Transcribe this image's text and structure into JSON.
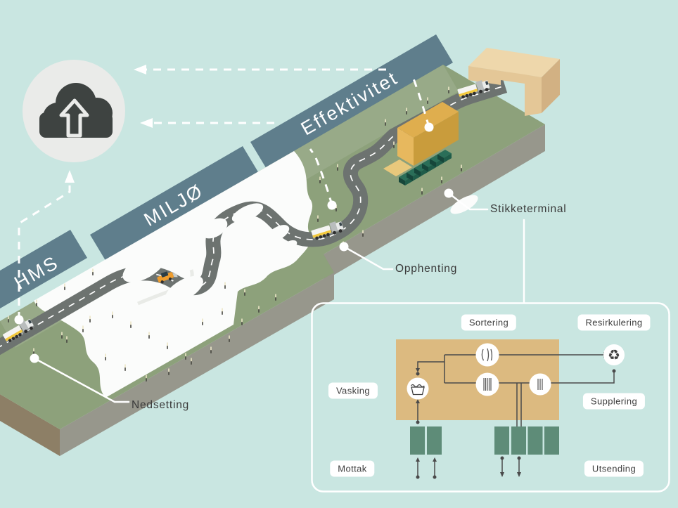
{
  "bands": {
    "hms": {
      "label": "HMS"
    },
    "miljo": {
      "label": "MILJØ"
    },
    "effektivitet": {
      "label": "Effektivitet"
    }
  },
  "callouts": {
    "stikketerminal": {
      "label": "Stikketerminal"
    },
    "opphenting": {
      "label": "Opphenting"
    },
    "nedsetting": {
      "label": "Nedsetting"
    }
  },
  "panel": {
    "pills": {
      "sortering": {
        "label": "Sortering"
      },
      "resirkulering": {
        "label": "Resirkulering"
      },
      "vasking": {
        "label": "Vasking"
      },
      "supplering": {
        "label": "Supplering"
      },
      "mottak": {
        "label": "Mottak"
      },
      "utsending": {
        "label": "Utsending"
      }
    },
    "recycle_glyph": "♻"
  },
  "icons": {
    "cloud": "cloud-upload-icon",
    "recycle": "recycle-icon",
    "wash": "wash-basin-icon",
    "bent_sticks": "bent-sticks-icon",
    "stick_bundle": "stick-bundle-icon",
    "stick_bundle_small": "stick-bundle-small-icon"
  },
  "colors": {
    "background": "#c9e6e1",
    "band": "#5f7e8c",
    "terrain_green": "#8da17b",
    "terrain_side": "#97978c",
    "terrain_end": "#8d7f66",
    "road": "#6d7370",
    "snow": "#fbfcfb",
    "cloud_dark": "#3e4341",
    "cloud_circle": "#eaebe9",
    "process_tan": "#dcba80",
    "warehouse_orange": "#dfae4e",
    "container_green": "#1f5c49",
    "panel_container_green": "#5e8c78",
    "flow_line": "#4a4a4a",
    "label_text": "#3a3a3a",
    "truck_stripe": "#f3c93e",
    "car_orange": "#ef9d2e"
  }
}
